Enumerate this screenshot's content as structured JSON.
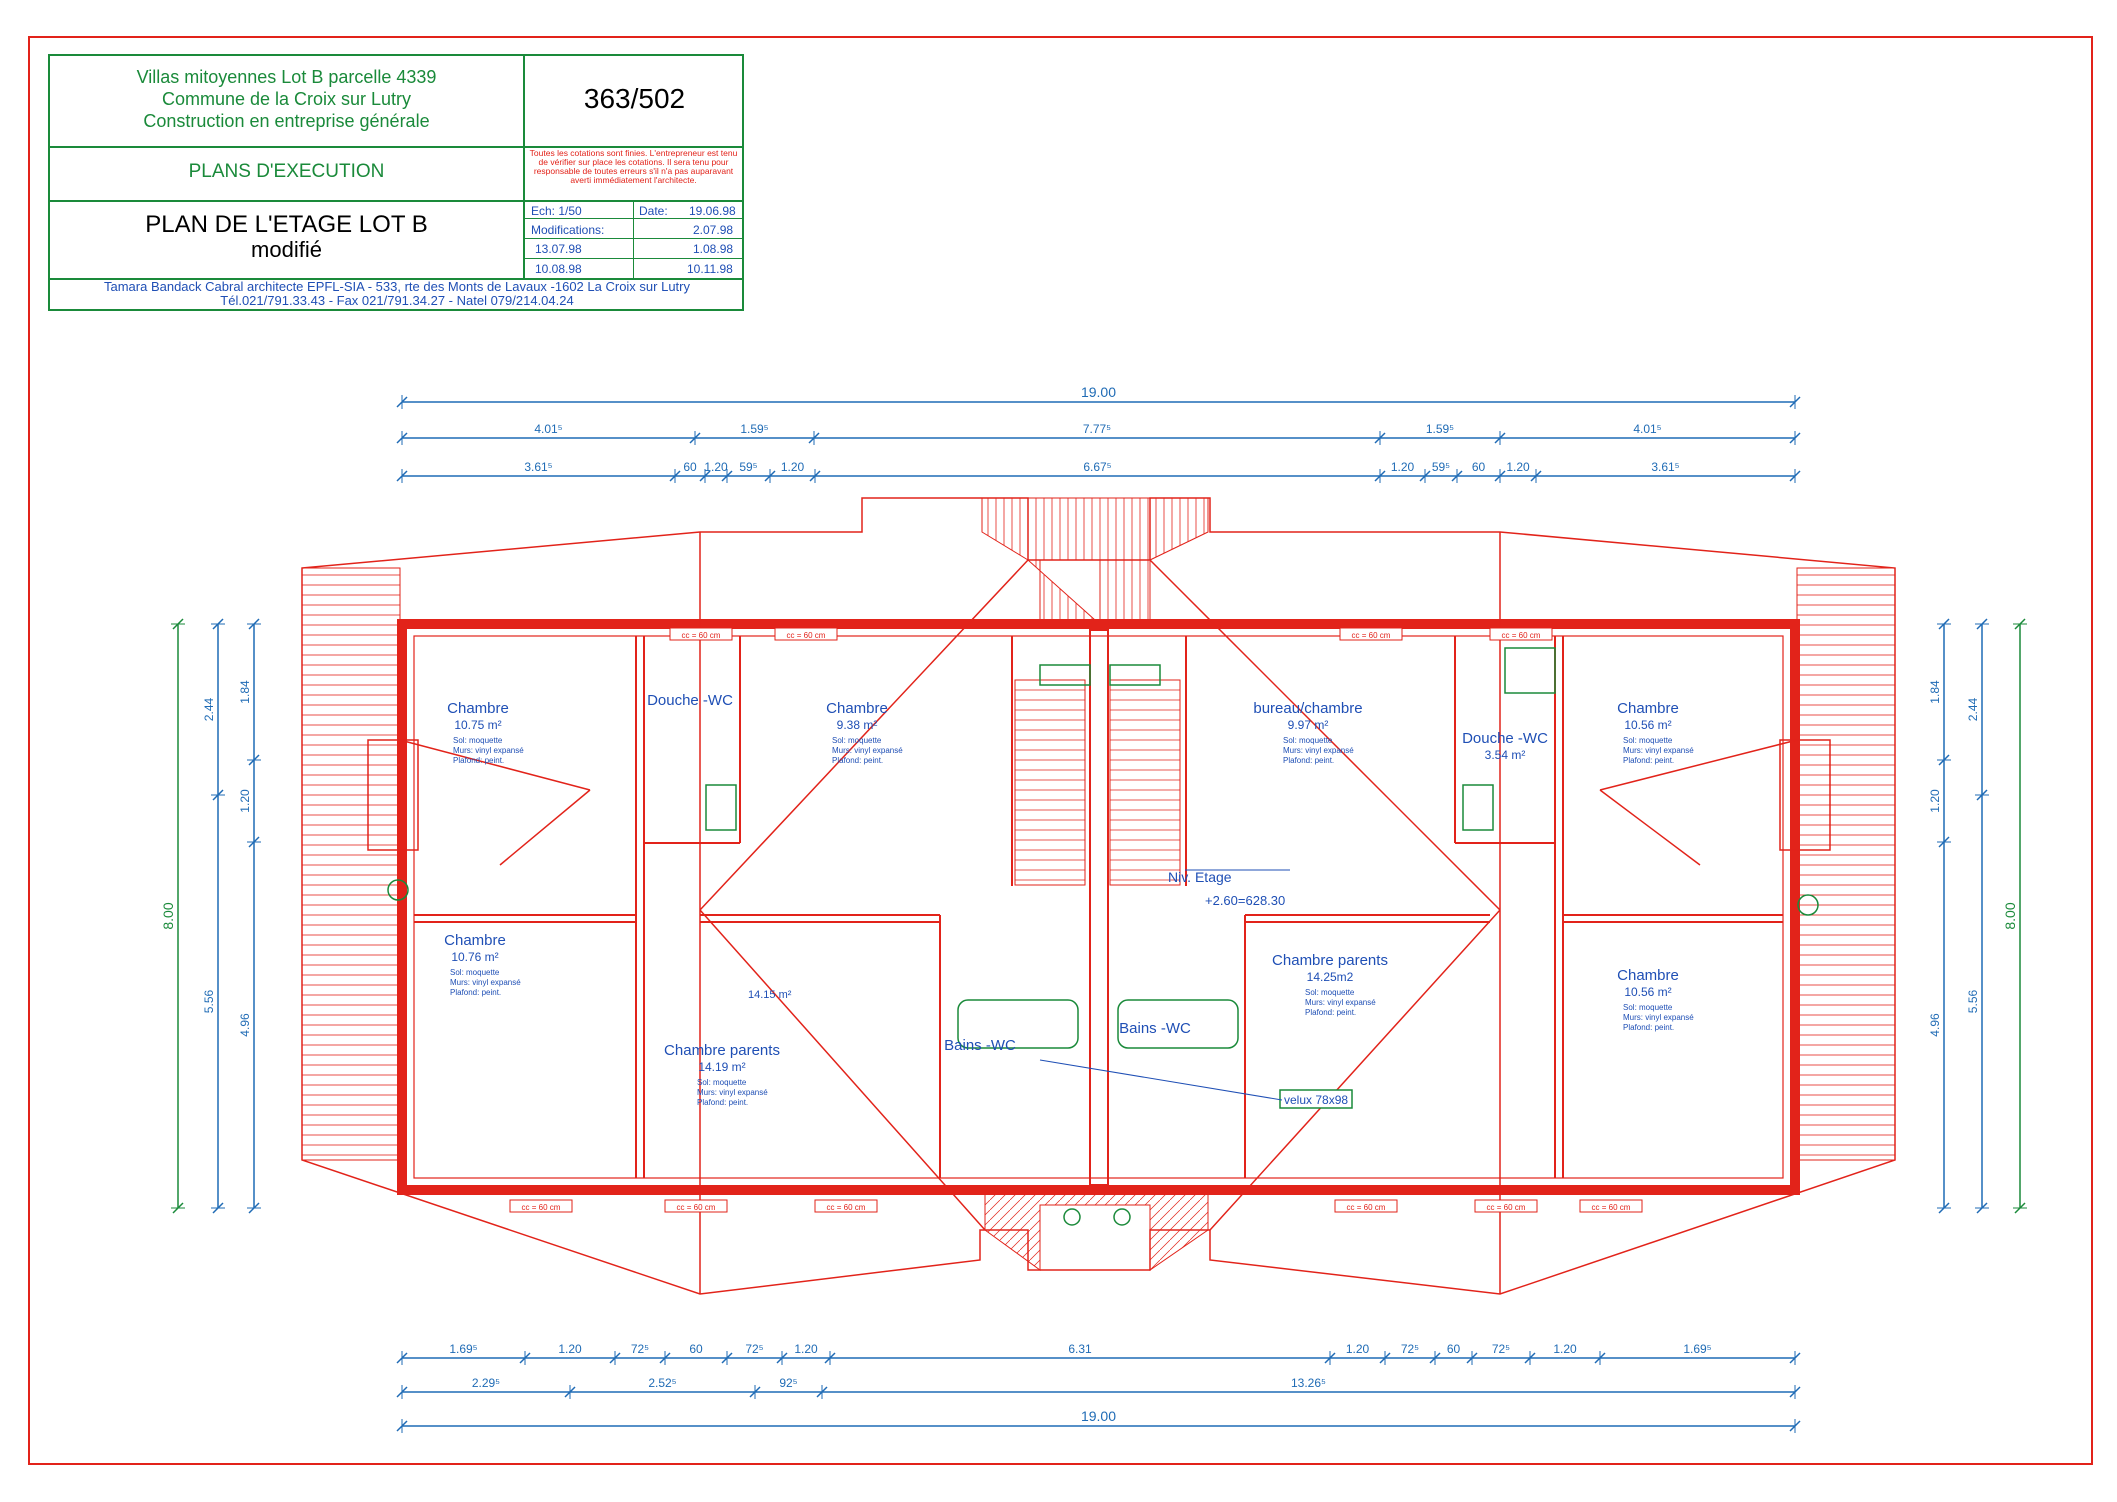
{
  "title_block": {
    "project_line1": "Villas mitoyennes Lot B  parcelle 4339",
    "project_line2": "Commune de la Croix sur Lutry",
    "project_line3": "Construction en entreprise générale",
    "drawing_number": "363/502",
    "phase": "PLANS D'EXECUTION",
    "disclaimer": "Toutes les cotations sont finies. L'entrepreneur est tenu de vérifier sur place les cotations. Il sera tenu pour responsable de toutes erreurs s'il n'a pas auparavant averti immédiatement l'architecte.",
    "drawing_title_line1": "PLAN DE L'ETAGE LOT B",
    "drawing_title_line2": "modifié",
    "scale": "Ech: 1/50",
    "date_label": "Date:",
    "date_value": "19.06.98",
    "modifications_label": "Modifications:",
    "mod_1": "2.07.98",
    "mod_2": "13.07.98",
    "mod_3": "1.08.98",
    "mod_4": "10.08.98",
    "mod_5": "10.11.98",
    "architect_line1": "Tamara Bandack Cabral architecte EPFL-SIA - 533, rte des Monts de Lavaux -1602 La Croix sur Lutry",
    "architect_line2": "Tél.021/791.33.43 - Fax 021/791.34.27 - Natel 079/214.04.24"
  },
  "dimensions": {
    "top_total": "19.00",
    "top_row2": [
      "4.01⁵",
      "1.59⁵",
      "7.77⁵",
      "1.59⁵",
      "4.01⁵"
    ],
    "top_row3": [
      "3.61⁵",
      "60",
      "1.20",
      "59⁵",
      "1.20",
      "6.67⁵",
      "1.20",
      "59⁵",
      "60",
      "1.20",
      "3.61⁵"
    ],
    "bottom_row1": [
      "1.69⁵",
      "1.20",
      "72⁵",
      "60",
      "72⁵",
      "1.20",
      "6.31",
      "1.20",
      "72⁵",
      "60",
      "72⁵",
      "1.20",
      "1.69⁵"
    ],
    "bottom_row2": [
      "2.29⁵",
      "2.52⁵",
      "92⁵",
      "13.26⁵"
    ],
    "bottom_total": "19.00",
    "left_outer": "8.00",
    "left_mid": [
      "2.44",
      "5.56"
    ],
    "left_inner": [
      "1.84",
      "1.20",
      "4.96"
    ],
    "right_outer": "8.00",
    "right_mid": [
      "2.44",
      "5.56"
    ],
    "right_inner": [
      "1.84",
      "1.20",
      "4.96"
    ]
  },
  "rooms": [
    {
      "name": "Chambre",
      "area": "10.75 m²"
    },
    {
      "name": "Douche -WC",
      "area": ""
    },
    {
      "name": "Chambre",
      "area": "9.38 m²"
    },
    {
      "name": "bureau/chambre",
      "area": "9.97 m²"
    },
    {
      "name": "Douche -WC",
      "area": "3.54 m²"
    },
    {
      "name": "Chambre",
      "area": "10.56 m²"
    },
    {
      "name": "Chambre",
      "area": "10.76 m²"
    },
    {
      "name": "Chambre parents",
      "area": "14.19 m²"
    },
    {
      "name": "Bains -WC",
      "area": ""
    },
    {
      "name": "Bains -WC",
      "area": ""
    },
    {
      "name": "Chambre parents",
      "area": "14.25m2"
    },
    {
      "name": "Chambre",
      "area": "10.56 m²"
    }
  ],
  "finishes": {
    "sol": "Sol: moquette",
    "murs": "Murs: vinyl expansé",
    "plafond": "Plafond: peint."
  },
  "labels": {
    "niv_etage": "Niv. Etage",
    "niv_value": "+2.60=628.30",
    "velux": "velux 78x98",
    "window_tag": "cc = 60 cm",
    "area_1415": "14.15 m²"
  },
  "colors": {
    "frame": "#e2231a",
    "wall": "#e2231a",
    "green": "#1a8a3a",
    "blue": "#1f4fb5",
    "dim": "#1f6bb5"
  }
}
